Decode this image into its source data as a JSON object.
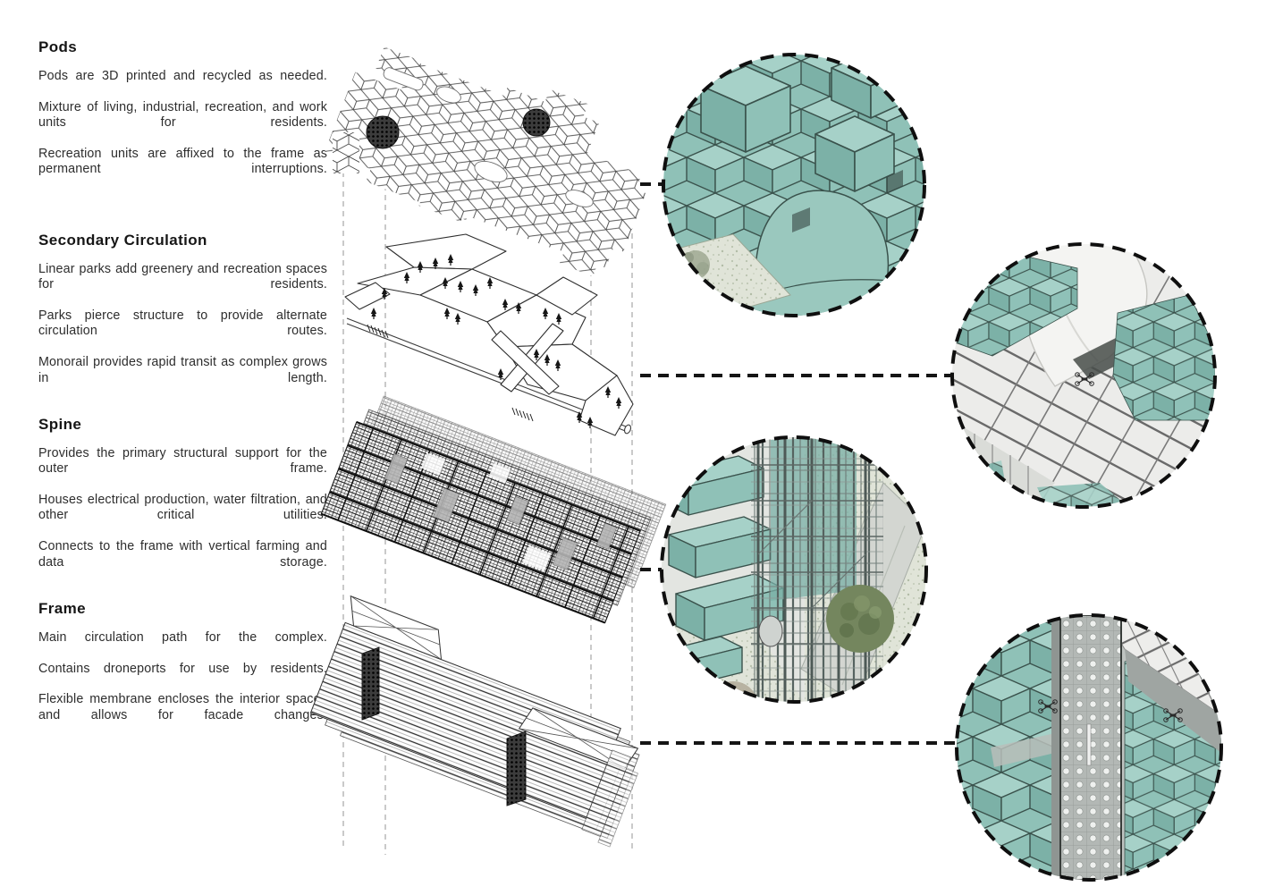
{
  "document": {
    "type": "architecture-presentation-board",
    "background": "#ffffff"
  },
  "sections": [
    {
      "id": "pods",
      "title": "Pods",
      "lines": [
        "Pods are 3D printed and recycled as needed.",
        "Mixture of living, industrial, recreation, and work units for residents.",
        "Recreation units are affixed to the frame as permanent interruptions."
      ]
    },
    {
      "id": "secondary-circulation",
      "title": "Secondary Circulation",
      "lines": [
        "Linear parks add greenery and recreation spaces for residents.",
        "Parks pierce structure to provide alternate circulation routes.",
        "Monorail provides rapid transit as complex grows in length."
      ]
    },
    {
      "id": "spine",
      "title": "Spine",
      "lines": [
        "Provides the primary structural support for the outer frame.",
        "Houses electrical production, water filtration, and other critical utilities.",
        "Connects to the frame with vertical farming and data storage."
      ]
    },
    {
      "id": "frame",
      "title": "Frame",
      "lines": [
        "Main circulation path for the complex.",
        "Contains droneports for use by residents.",
        "Flexible membrane encloses the interior spaces and allows for facade changes."
      ]
    }
  ],
  "figure": {
    "type": "exploded-axonometric-diagram",
    "layers": [
      {
        "id": "pods-layer"
      },
      {
        "id": "secondary-circulation-layer"
      },
      {
        "id": "spine-layer"
      },
      {
        "id": "frame-layer"
      }
    ],
    "detail_circles": [
      {
        "id": "pods-detail-render"
      },
      {
        "id": "frame-membrane-detail-render"
      },
      {
        "id": "spine-scaffold-detail-render"
      },
      {
        "id": "droneport-facade-detail-render"
      }
    ]
  },
  "colors": {
    "teal_top": "#a6d1c8",
    "teal_side_dark": "#7cb1a7",
    "teal_side_mid": "#8fc1b7",
    "teal_outline": "#3a524c",
    "render_gray": "#ececea",
    "grid_line_gray": "#6a6a6a",
    "ground_speckle": "#e0e4d8",
    "tree_green": "#74865e",
    "line_black": "#141414",
    "guide_gray": "#969696"
  }
}
